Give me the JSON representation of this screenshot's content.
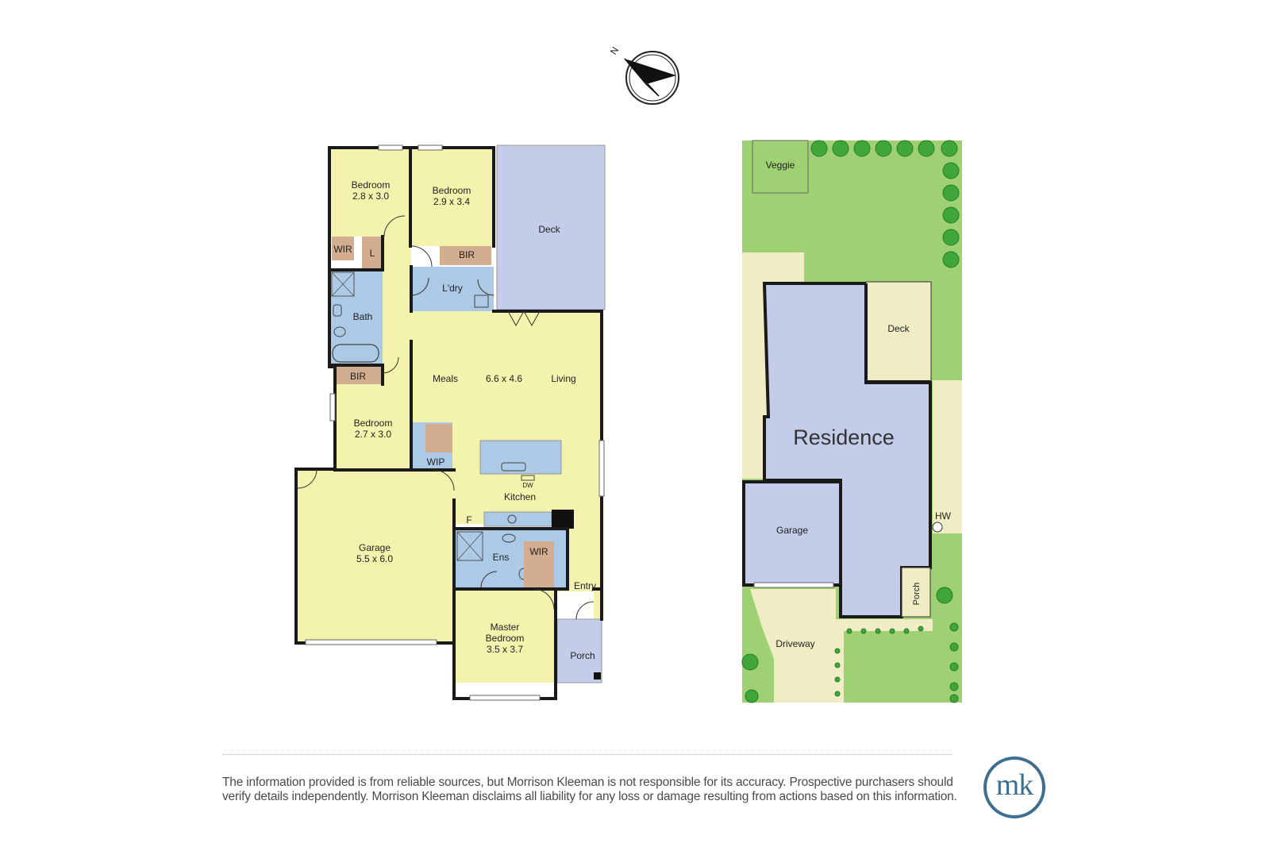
{
  "compass": {
    "label": "N"
  },
  "floorplan": {
    "bedroom1": {
      "name": "Bedroom",
      "size": "2.8 x 3.0"
    },
    "bedroom2": {
      "name": "Bedroom",
      "size": "2.9 x 3.4"
    },
    "bedroom3": {
      "name": "Bedroom",
      "size": "2.7 x 3.0"
    },
    "wir1": "WIR",
    "linen": "L",
    "bir1": "BIR",
    "bir2": "BIR",
    "deck": "Deck",
    "laundry": "L'dry",
    "bath": "Bath",
    "meals": "Meals",
    "living_size": "6.6 x 4.6",
    "living": "Living",
    "wip": "WIP",
    "dishwasher": "DW",
    "kitchen": "Kitchen",
    "fridge": "F",
    "garage": {
      "name": "Garage",
      "size": "5.5 x 6.0"
    },
    "ensuite": "Ens",
    "wir2": "WIR",
    "entry": "Entry",
    "master": {
      "name1": "Master",
      "name2": "Bedroom",
      "size": "3.5 x 3.7"
    },
    "porch": "Porch"
  },
  "siteplan": {
    "veggie": "Veggie",
    "deck": "Deck",
    "residence": "Residence",
    "garage": "Garage",
    "hot_water": "HW",
    "porch": "Porch",
    "driveway": "Driveway"
  },
  "disclaimer": {
    "line1": "The information provided is from reliable sources, but Morrison Kleeman is not responsible for its accuracy. Prospective purchasers should",
    "line2": "verify details independently. Morrison Kleeman disclaims all liability for any loss or damage resulting from actions based on this information."
  },
  "logo": {
    "text": "mk"
  },
  "colors": {
    "room_yellow": "#f4f3ae",
    "wet_blue": "#acc9e6",
    "deck_lavender": "#c3cce8",
    "storage_brown": "#d2ad8f",
    "lawn_green": "#9fd174",
    "paving_cream": "#f0edc4",
    "brand_blue": "#3f6f8f"
  }
}
